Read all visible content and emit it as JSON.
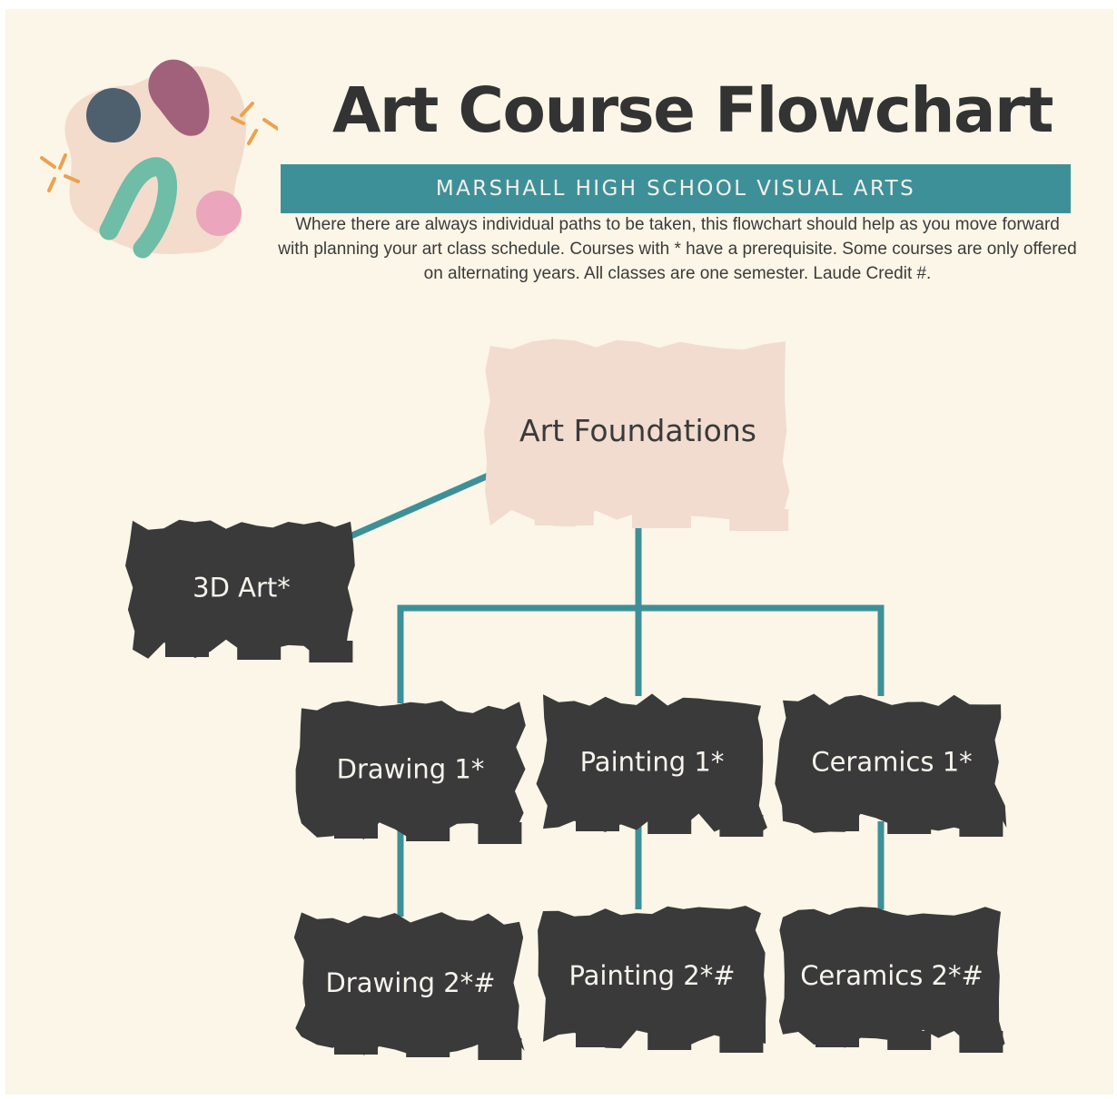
{
  "header": {
    "title": "Art Course Flowchart",
    "banner": "MARSHALL HIGH SCHOOL VISUAL ARTS",
    "intro": "Where there are always individual paths to be taken, this flowchart should help as you move forward with planning your art class schedule. Courses with * have a prerequisite. Some courses are only offered on alternating years. All classes are one semester. Laude Credit #."
  },
  "colors": {
    "page_bg": "#fbf6e7",
    "teal": "#3e9098",
    "dark_node": "#3a3a3a",
    "light_node": "#f1dccf",
    "title_text": "#333333"
  },
  "decoration": {
    "icons": [
      "peach-blob-icon",
      "slate-dot-icon",
      "mauve-blob-icon",
      "teal-arch-icon",
      "pink-dot-icon",
      "sparkle-icon",
      "sparkle-icon"
    ]
  },
  "flowchart": {
    "nodes": [
      {
        "id": "art-foundations",
        "label": "Art Foundations",
        "style": "light"
      },
      {
        "id": "3d-art",
        "label": "3D Art*",
        "style": "dark"
      },
      {
        "id": "drawing-1",
        "label": "Drawing 1*",
        "style": "dark"
      },
      {
        "id": "painting-1",
        "label": "Painting 1*",
        "style": "dark"
      },
      {
        "id": "ceramics-1",
        "label": "Ceramics 1*",
        "style": "dark"
      },
      {
        "id": "drawing-2",
        "label": "Drawing 2*#",
        "style": "dark"
      },
      {
        "id": "painting-2",
        "label": "Painting 2*#",
        "style": "dark"
      },
      {
        "id": "ceramics-2",
        "label": "Ceramics 2*#",
        "style": "dark"
      }
    ],
    "edges": [
      {
        "from": "art-foundations",
        "to": "3d-art"
      },
      {
        "from": "art-foundations",
        "to": "drawing-1"
      },
      {
        "from": "art-foundations",
        "to": "painting-1"
      },
      {
        "from": "art-foundations",
        "to": "ceramics-1"
      },
      {
        "from": "drawing-1",
        "to": "drawing-2"
      },
      {
        "from": "painting-1",
        "to": "painting-2"
      },
      {
        "from": "ceramics-1",
        "to": "ceramics-2"
      }
    ]
  }
}
